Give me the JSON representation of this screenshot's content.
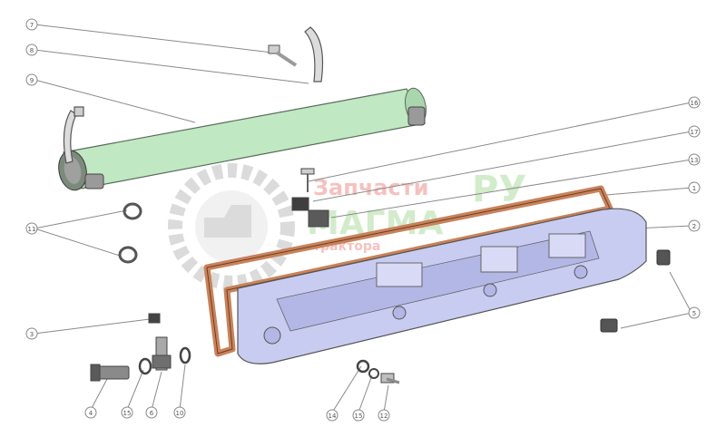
{
  "diagram": {
    "callouts": [
      {
        "id": "c1",
        "label": "7"
      },
      {
        "id": "c2",
        "label": "8"
      },
      {
        "id": "c3",
        "label": "9"
      },
      {
        "id": "c4",
        "label": "16"
      },
      {
        "id": "c5",
        "label": "17"
      },
      {
        "id": "c6",
        "label": "13"
      },
      {
        "id": "c7",
        "label": "1"
      },
      {
        "id": "c8",
        "label": "2"
      },
      {
        "id": "c9",
        "label": "11"
      },
      {
        "id": "c10",
        "label": "5"
      },
      {
        "id": "c11",
        "label": "3"
      },
      {
        "id": "c12",
        "label": "4"
      },
      {
        "id": "c13",
        "label": "15"
      },
      {
        "id": "c14",
        "label": "6"
      },
      {
        "id": "c15",
        "label": "10"
      },
      {
        "id": "c16",
        "label": "14"
      },
      {
        "id": "c17",
        "label": "15"
      },
      {
        "id": "c18",
        "label": "12"
      }
    ]
  },
  "watermark": {
    "line1": "Запчасти",
    "line2": "РУ",
    "line3": "МАГМА",
    "line4": "трактора"
  },
  "colors": {
    "tube": "#bfe8c3",
    "manifold": "#c9ccf1",
    "gasket": "#c9825a",
    "line": "#8a8a8a",
    "watermark_red": "#e5504a",
    "watermark_green": "#7fc96c"
  }
}
